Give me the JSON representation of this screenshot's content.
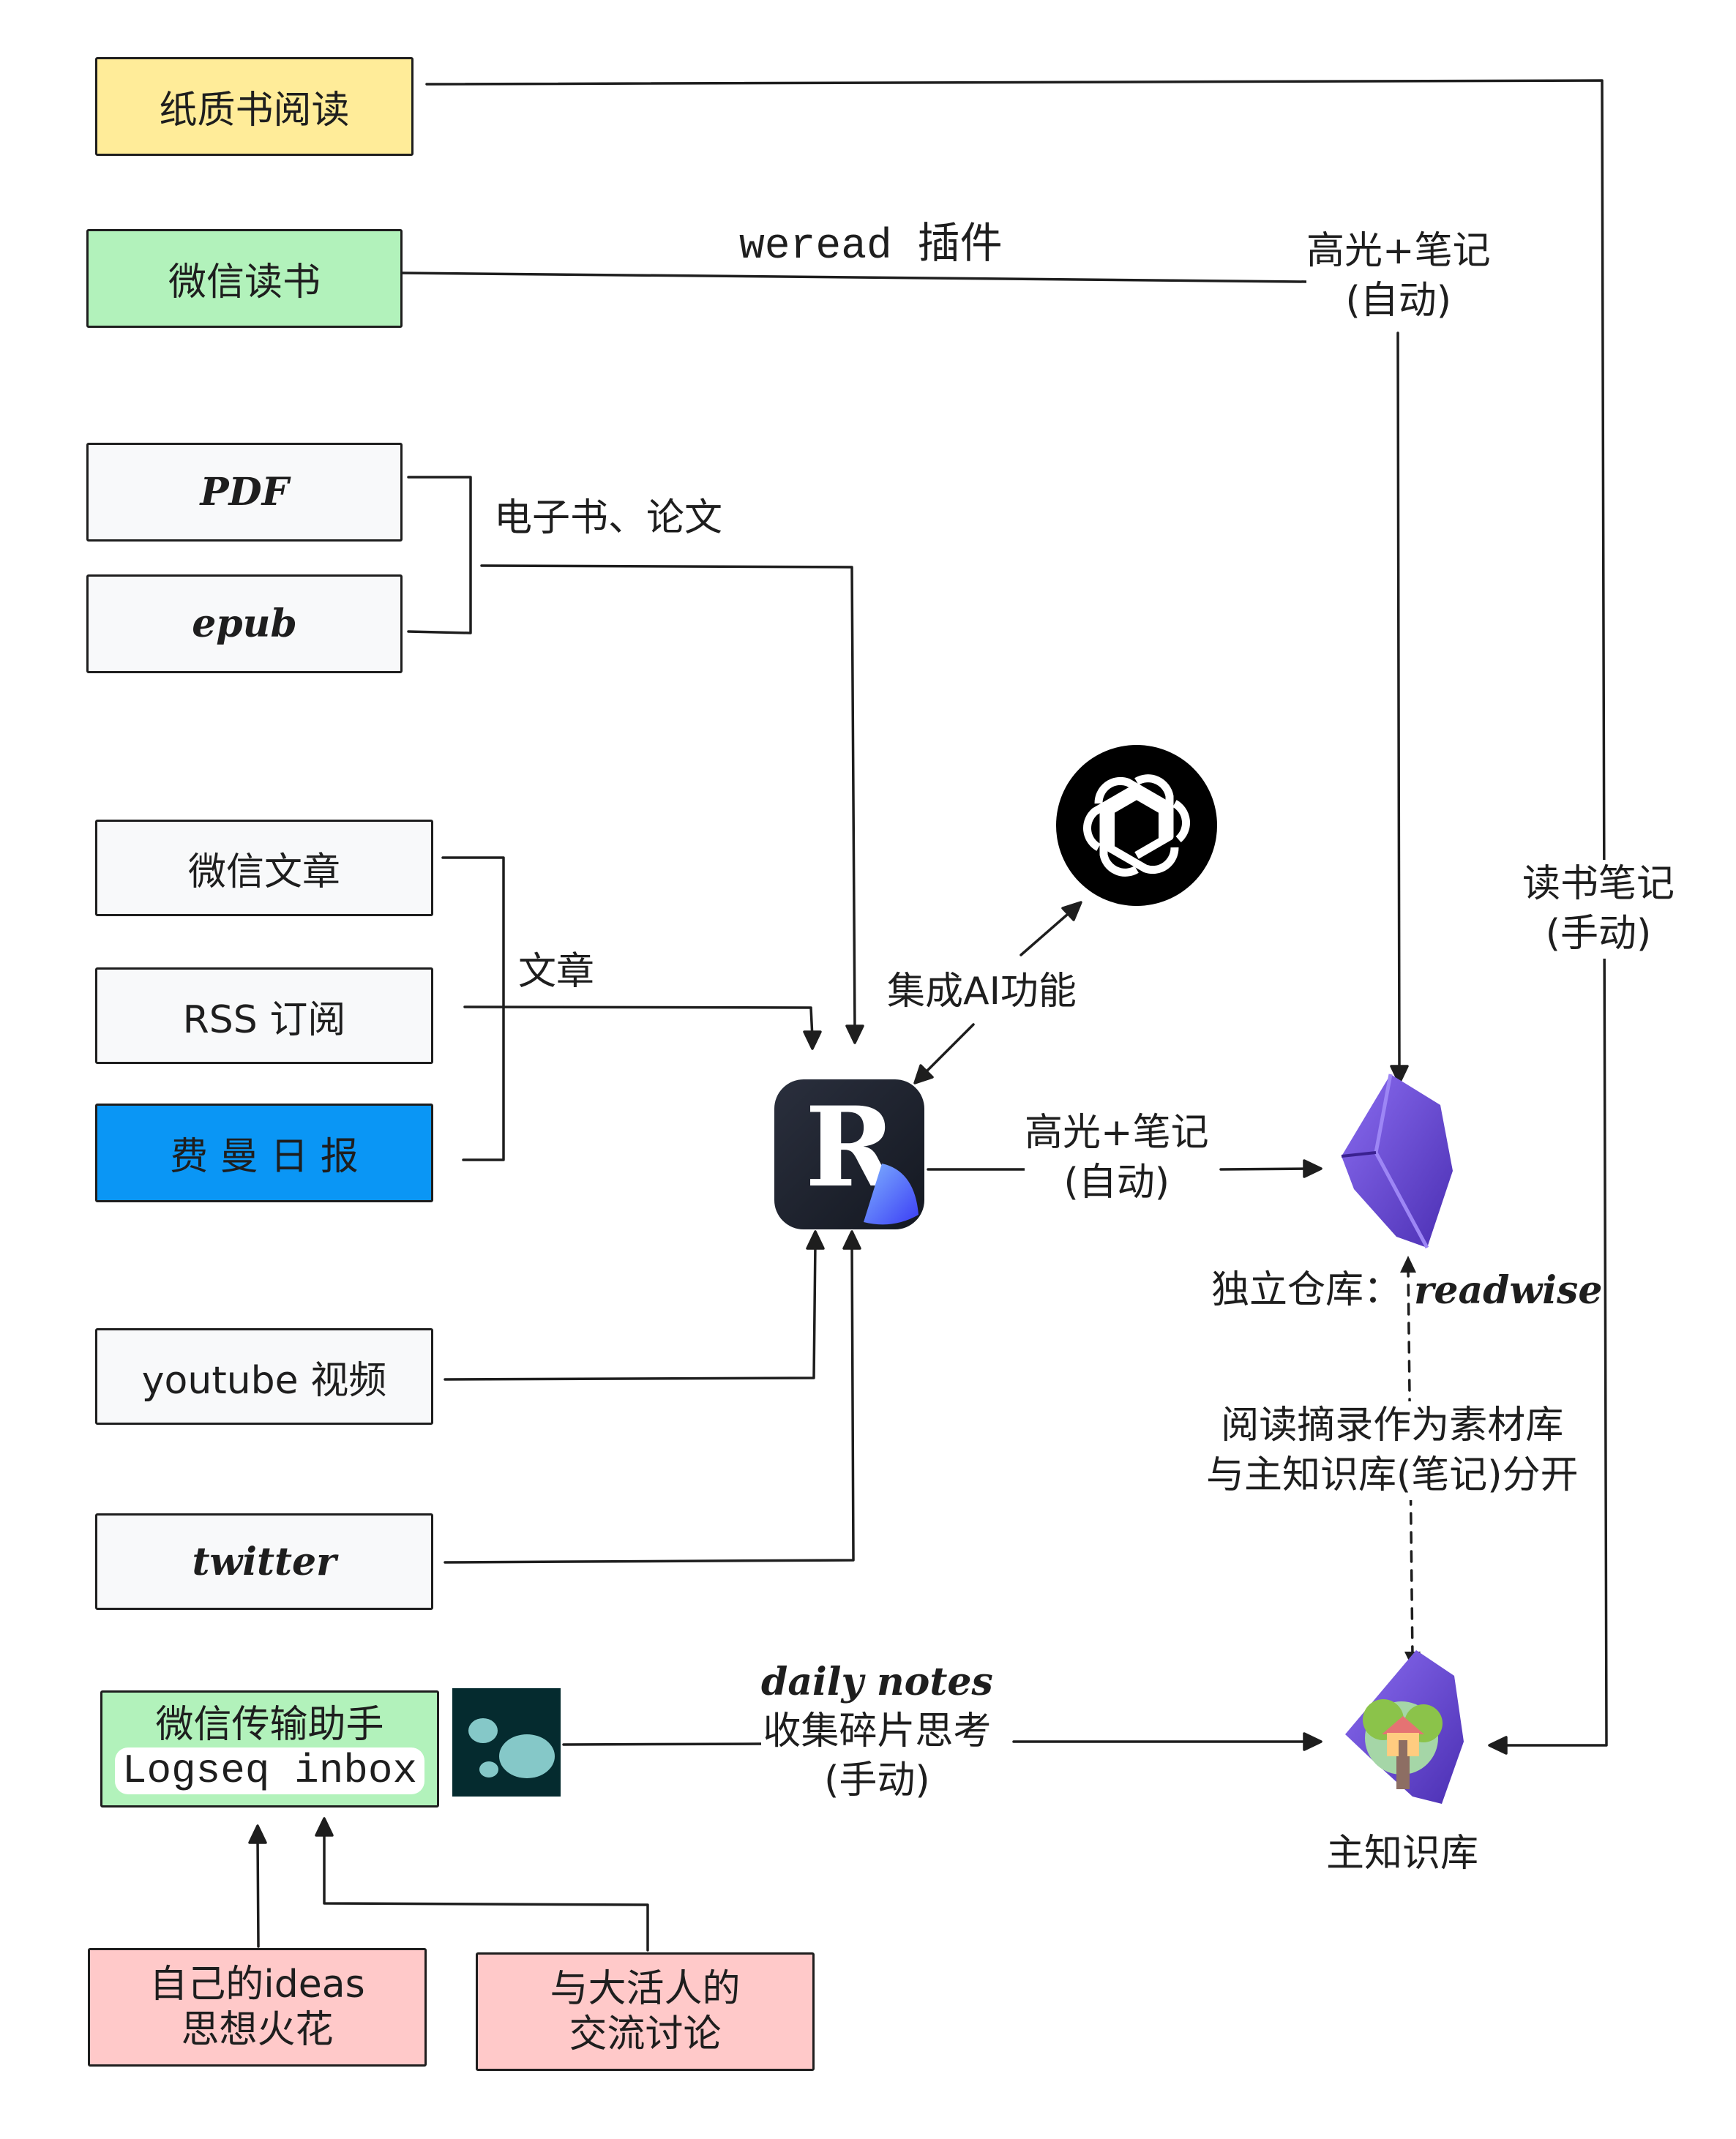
{
  "sources": {
    "paper_reading": "纸质书阅读",
    "weread": "微信读书",
    "pdf": "PDF",
    "epub": "epub",
    "wechat_article": "微信文章",
    "rss": "RSS 订阅",
    "feynman_daily": "费 曼 日 报",
    "youtube": "youtube 视频",
    "twitter": "twitter",
    "wechat_transfer": "微信传输助手",
    "logseq_inbox": "Logseq inbox",
    "own_ideas": [
      "自己的ideas",
      "思想火花"
    ],
    "discussion": [
      "与大活人的",
      "交流讨论"
    ]
  },
  "labels": {
    "weread_plugin": "weread 插件",
    "highlight_auto_top": [
      "高光+笔记",
      "(自动)"
    ],
    "ebook_paper": "电子书、论文",
    "article": "文章",
    "ai_integration": "集成AI功能",
    "highlight_auto_mid": [
      "高光+笔记",
      "(自动)"
    ],
    "reading_notes": [
      "读书笔记",
      "(手动)"
    ],
    "independent_vault": "独立仓库：",
    "readwise": "readwise",
    "separate_note": [
      "阅读摘录作为素材库",
      "与主知识库(笔记)分开"
    ],
    "daily_notes": "daily notes",
    "collect_thoughts": [
      "收集碎片思考",
      "(手动)"
    ],
    "main_vault": "主知识库"
  },
  "icons": {
    "chatgpt": "chatgpt-logo-icon",
    "reader": "readwise-reader-logo-icon",
    "obsidian": "obsidian-logo-icon",
    "logseq": "logseq-logo-icon",
    "treehouse": "treehouse-icon"
  },
  "colors": {
    "yellow": "#ffec99",
    "green": "#b2f2bb",
    "blue": "#0a96f5",
    "pink": "#ffc9c9",
    "purple": "#6c4fd6",
    "stroke": "#1e1e1e"
  }
}
